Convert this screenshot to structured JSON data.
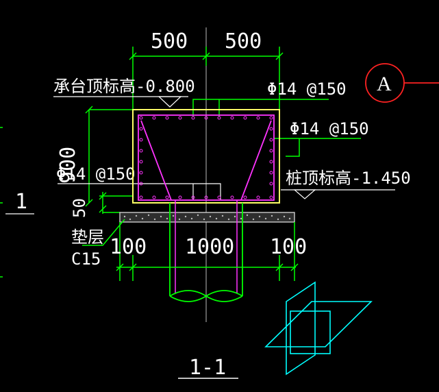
{
  "drawing": {
    "section_title": "1-1",
    "left_marker": "1",
    "axis_bubble": "A"
  },
  "dimensions": {
    "top_left": "500",
    "top_right": "500",
    "bottom_left": "100",
    "bottom_center": "1000",
    "bottom_right": "100",
    "left_height": "900",
    "left_small": "50"
  },
  "labels": {
    "cap_top_elevation": "承台顶标高-0.800",
    "pile_top_elevation": "桩顶标高-1.450",
    "rebar_top": "Φ14 @150",
    "rebar_side": "Φ14 @150",
    "rebar_bottom": "Φ14 @150",
    "cushion_name": "垫层",
    "cushion_grade": "C15"
  },
  "colors": {
    "background": "#000000",
    "dimension_lines": "#00ff00",
    "concrete_outline": "#ffff66",
    "rebar": "#ff33ff",
    "axis_bubble": "#ff2222",
    "ucs_icon": "#00ffff",
    "text": "#ffffff",
    "centerline": "#bbbbbb"
  }
}
